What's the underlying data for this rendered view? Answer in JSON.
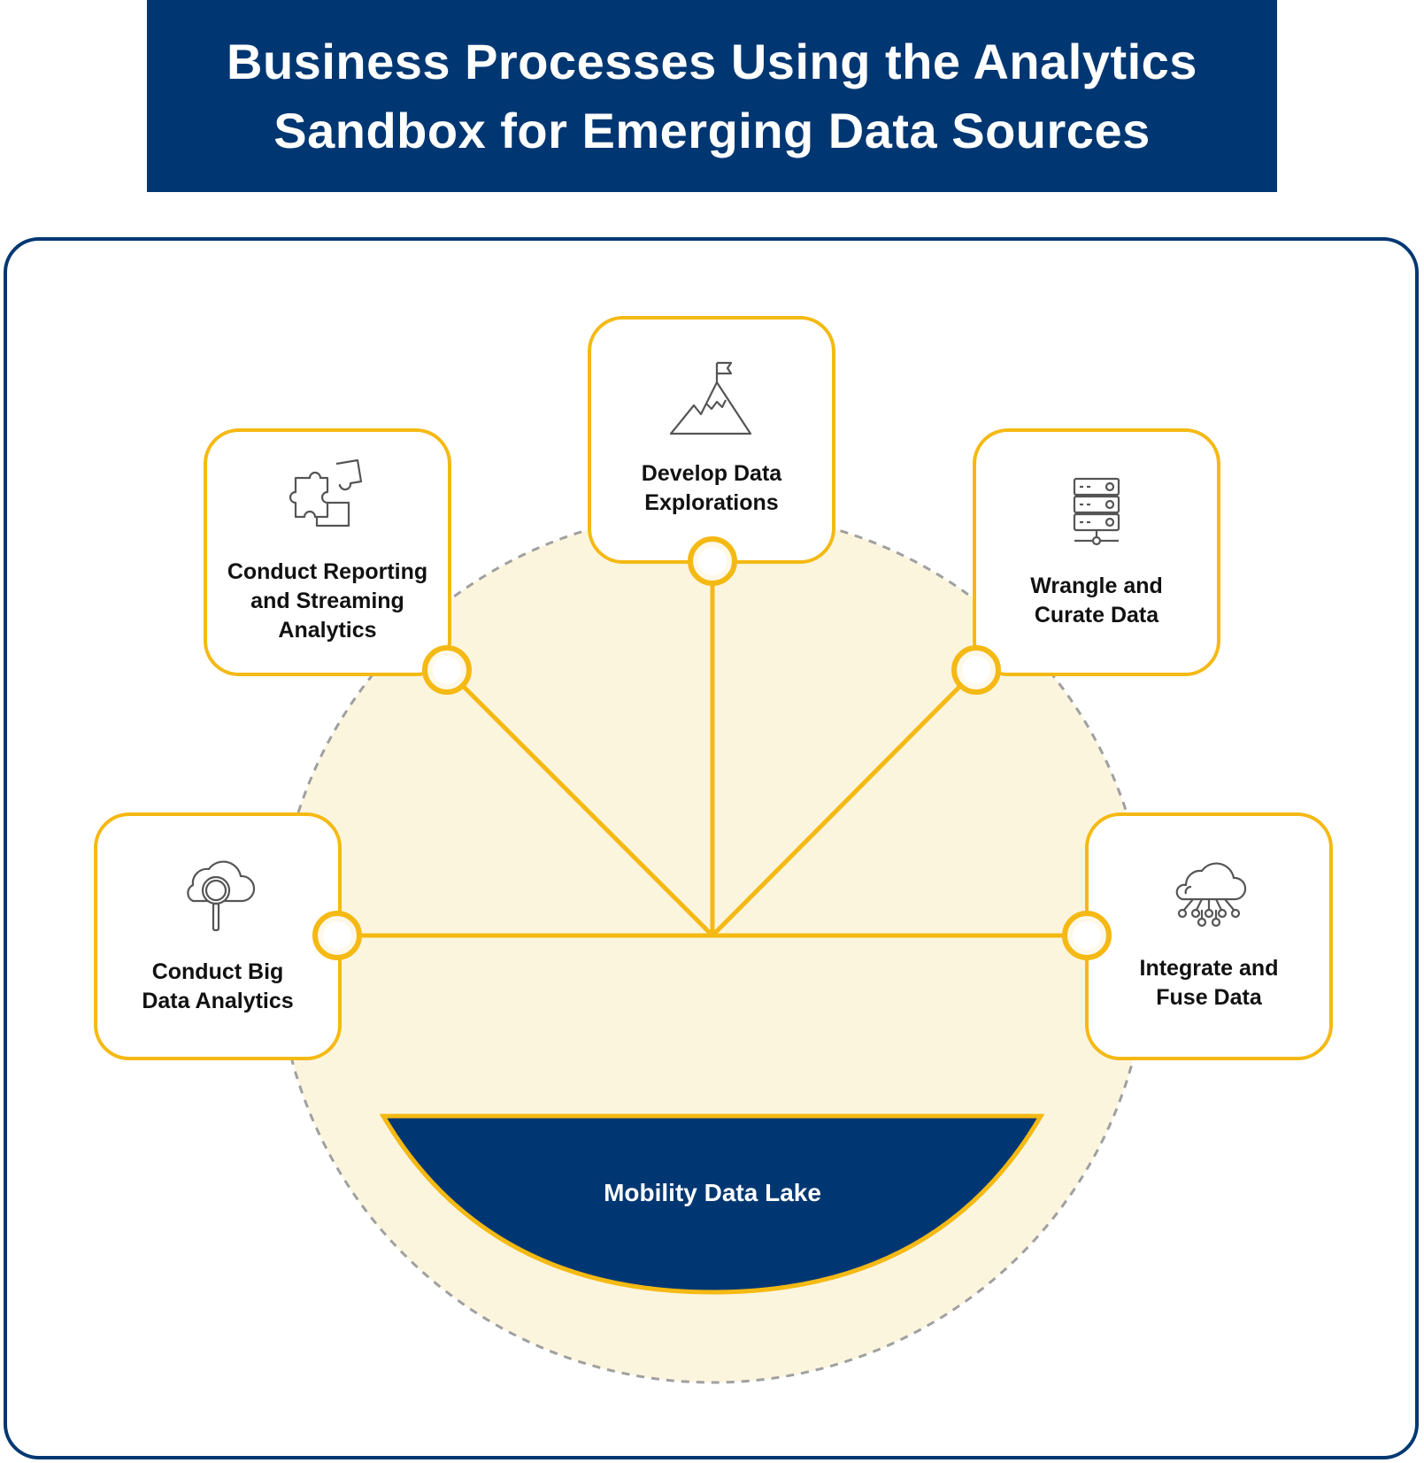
{
  "header": {
    "title_line1": "Business Processes Using the Analytics",
    "title_line2": "Sandbox for Emerging Data Sources"
  },
  "colors": {
    "navy": "#003772",
    "gold": "#f5b914",
    "cream": "#fcf5de",
    "dash_gray": "#a0a0a0"
  },
  "diagram": {
    "lake_label": "Mobility Data Lake",
    "processes": [
      {
        "label": "Conduct Big\nData Analytics",
        "icon": "cloud-search-icon"
      },
      {
        "label": "Conduct Reporting\nand Streaming\nAnalytics",
        "icon": "puzzle-icon"
      },
      {
        "label": "Develop Data\nExplorations",
        "icon": "mountain-flag-icon"
      },
      {
        "label": "Wrangle and\nCurate Data",
        "icon": "server-rack-icon"
      },
      {
        "label": "Integrate and\nFuse Data",
        "icon": "cloud-network-icon"
      }
    ]
  }
}
